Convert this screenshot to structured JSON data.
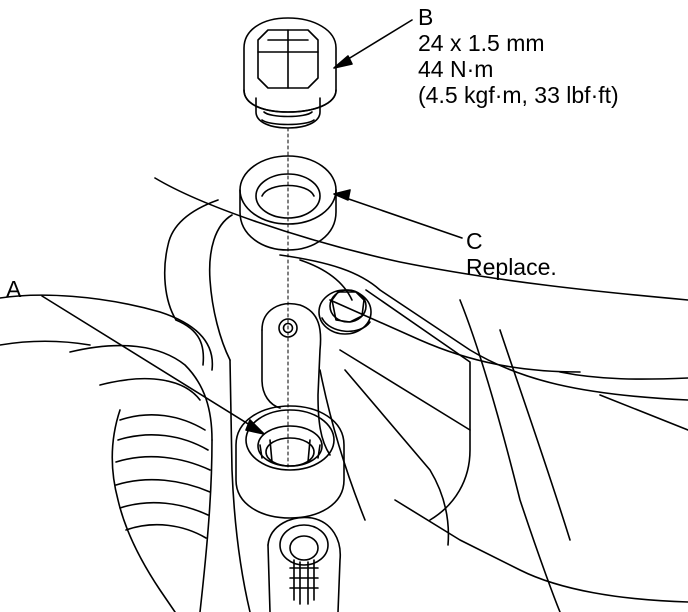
{
  "colors": {
    "ink": "#000000",
    "paper": "#ffffff"
  },
  "labels": {
    "a": {
      "letter": "A"
    },
    "b": {
      "letter": "B",
      "size": "24 x 1.5 mm",
      "torque_nm": "44 N·m",
      "torque_alt": "(4.5 kgf·m, 33 lbf·ft)"
    },
    "c": {
      "letter": "C",
      "note": "Replace."
    }
  }
}
